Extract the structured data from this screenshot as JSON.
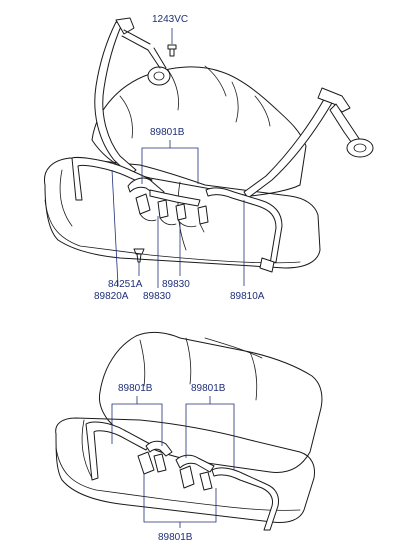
{
  "labels": {
    "bolt_1243vc": "1243VC",
    "buckle_89801b_top": "89801B",
    "clip_84251a": "84251A",
    "belt_89820a": "89820A",
    "belt_89830_upper": "89830",
    "belt_89830_lower": "89830",
    "belt_89810a": "89810A",
    "buckle_89801b_lower_left": "89801B",
    "buckle_89801b_lower_right": "89801B",
    "buckle_89801b_bottom": "89801B"
  },
  "colors": {
    "label": "#1f2f7a",
    "line": "#1a1a1a",
    "background": "#ffffff"
  }
}
